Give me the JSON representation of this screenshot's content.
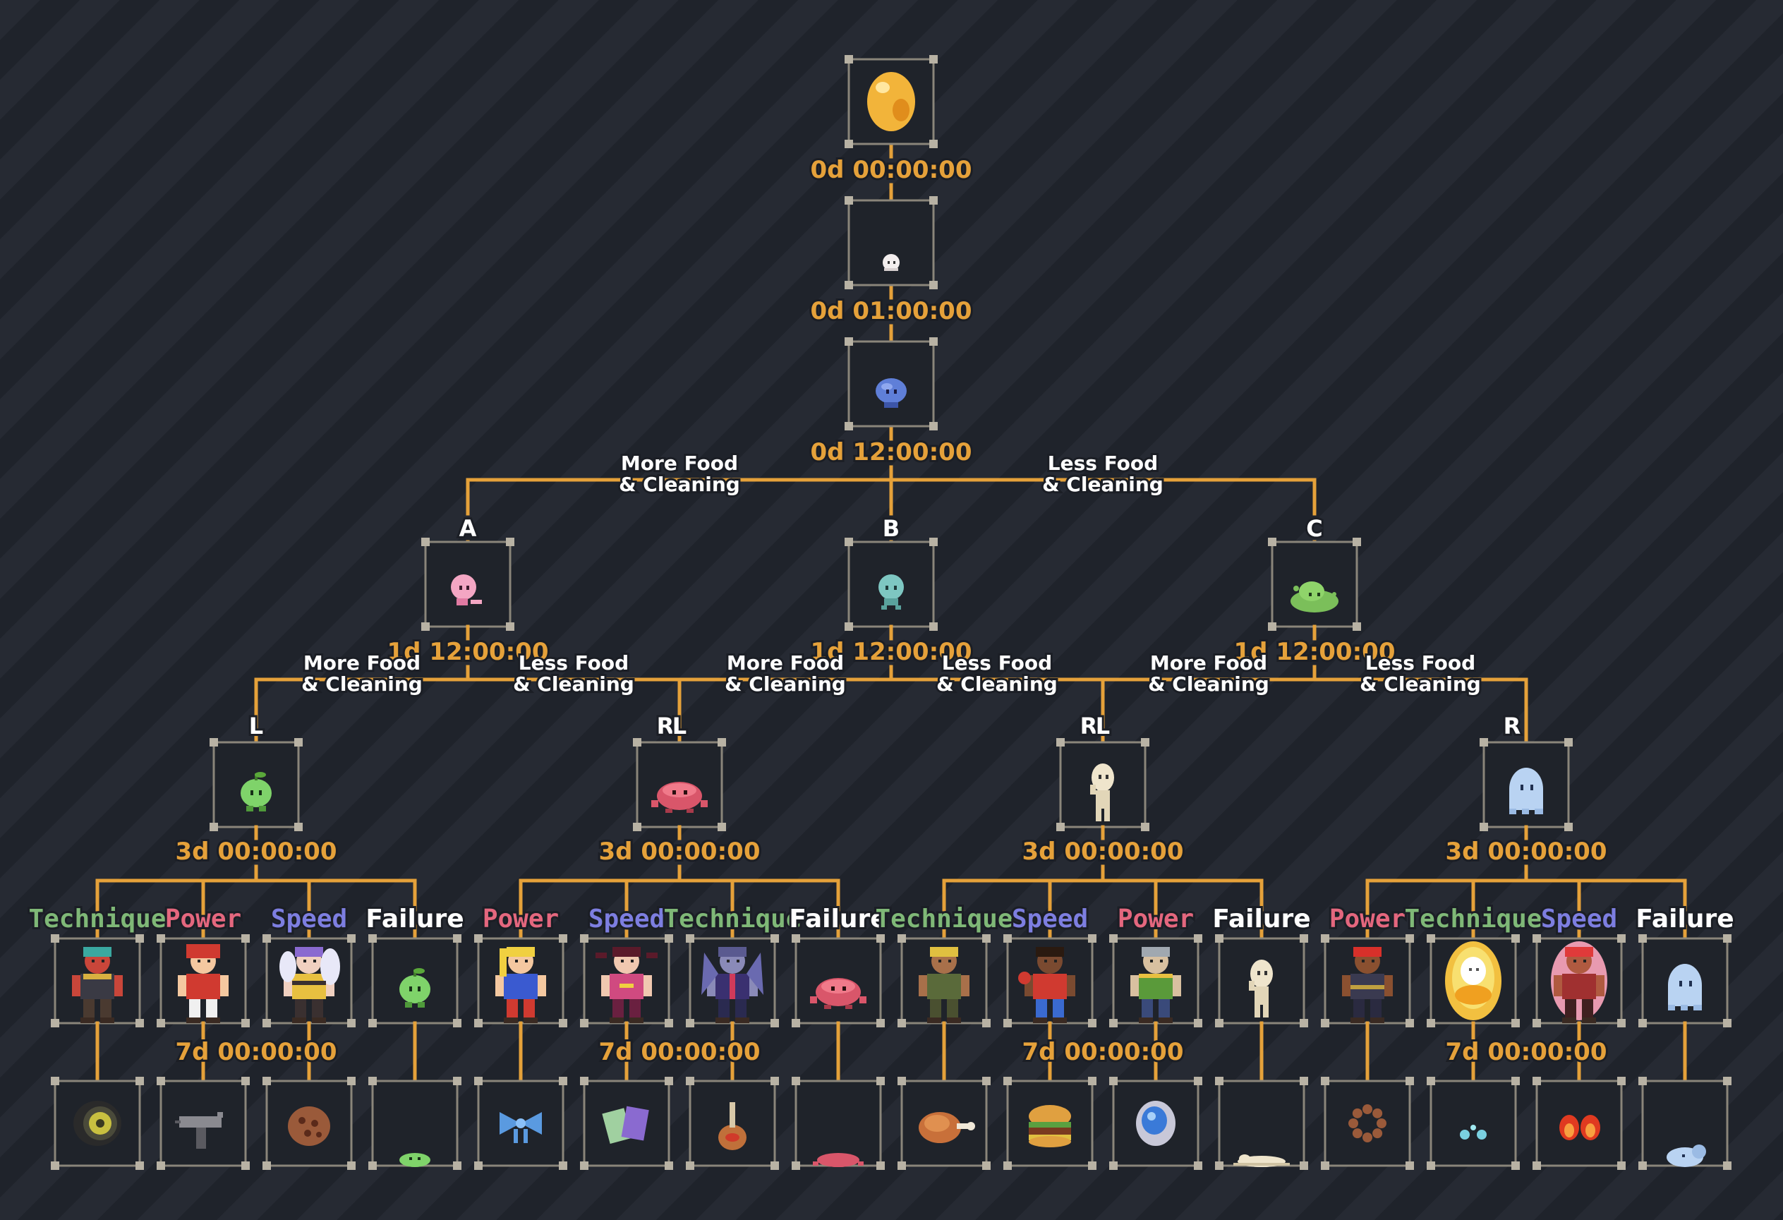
{
  "colors": {
    "connector": "#e5a13a",
    "time": "#e5a13a",
    "technique": "#7fb877",
    "power": "#e4677e",
    "speed": "#7d7ee0",
    "failure": "#ffffff",
    "background": "#232730"
  },
  "stages": [
    {
      "id": "egg",
      "icon": "egg-icon",
      "time_after": "0d 00:00:00"
    },
    {
      "id": "baby",
      "icon": "white-blob-icon",
      "time_after": "0d 01:00:00"
    },
    {
      "id": "child",
      "icon": "blue-blob-icon",
      "time_after": "0d 12:00:00"
    }
  ],
  "branches": [
    {
      "letter": "A",
      "icon": "pink-blob-icon",
      "time_after": "1d 12:00:00",
      "kids": [
        {
          "letter": "L",
          "icon": "green-sprout-icon",
          "time_after": "3d 00:00:00",
          "finals": [
            {
              "stat": "Technique",
              "icon": "red-oni-fighter-icon",
              "item": "tire-icon"
            },
            {
              "stat": "Power",
              "icon": "red-hood-girl-icon",
              "item": "uzi-gun-icon"
            },
            {
              "stat": "Speed",
              "icon": "bee-fairy-icon",
              "item": "cookie-icon"
            },
            {
              "stat": "Failure",
              "icon": "green-sprout-icon",
              "item": "green-sprout-remains-icon"
            }
          ]
        },
        {
          "letter": "R",
          "icon": "pink-crab-icon",
          "time_after": "3d 00:00:00",
          "finals": [
            {
              "stat": "Power",
              "icon": "blonde-girl-fighter-icon",
              "item": "blue-ribbon-icon"
            },
            {
              "stat": "Speed",
              "icon": "twin-tail-fighter-icon",
              "item": "cards-icon"
            },
            {
              "stat": "Technique",
              "icon": "winged-demon-icon",
              "item": "drumstick-bag-icon"
            },
            {
              "stat": "Failure",
              "icon": "pink-crab-icon",
              "item": "pink-crab-remains-icon"
            }
          ]
        }
      ]
    },
    {
      "letter": "B",
      "icon": "teal-blob-icon",
      "time_after": "1d 12:00:00",
      "kids": [
        {
          "letter": "L",
          "icon": "pink-crab-icon",
          "time_after": "3d 00:00:00",
          "finals": [
            {
              "stat": "Power",
              "icon": "blonde-girl-fighter-icon",
              "item": "blue-ribbon-icon"
            },
            {
              "stat": "Speed",
              "icon": "twin-tail-fighter-icon",
              "item": "cards-icon"
            },
            {
              "stat": "Technique",
              "icon": "winged-demon-icon",
              "item": "drumstick-bag-icon"
            },
            {
              "stat": "Failure",
              "icon": "pink-crab-icon",
              "item": "pink-crab-remains-icon"
            }
          ]
        },
        {
          "letter": "R",
          "icon": "bone-figure-icon",
          "time_after": "3d 00:00:00",
          "finals": [
            {
              "stat": "Technique",
              "icon": "soldier-fighter-icon",
              "item": "roast-meat-icon"
            },
            {
              "stat": "Speed",
              "icon": "boxer-fighter-icon",
              "item": "burger-icon"
            },
            {
              "stat": "Power",
              "icon": "grey-hair-fighter-icon",
              "item": "blue-gem-ring-icon"
            },
            {
              "stat": "Failure",
              "icon": "bone-figure-icon",
              "item": "bone-remains-icon"
            }
          ]
        }
      ]
    },
    {
      "letter": "C",
      "icon": "green-slime-icon",
      "time_after": "1d 12:00:00",
      "kids": [
        {
          "letter": "L",
          "icon": "bone-figure-icon",
          "time_after": "3d 00:00:00",
          "finals": [
            {
              "stat": "Technique",
              "icon": "soldier-fighter-icon",
              "item": "roast-meat-icon"
            },
            {
              "stat": "Speed",
              "icon": "boxer-fighter-icon",
              "item": "burger-icon"
            },
            {
              "stat": "Power",
              "icon": "grey-hair-fighter-icon",
              "item": "blue-gem-ring-icon"
            },
            {
              "stat": "Failure",
              "icon": "bone-figure-icon",
              "item": "bone-remains-icon"
            }
          ]
        },
        {
          "letter": "R",
          "icon": "pale-ghost-icon",
          "time_after": "3d 00:00:00",
          "finals": [
            {
              "stat": "Power",
              "icon": "red-hair-brawler-icon",
              "item": "bead-bracelet-icon"
            },
            {
              "stat": "Technique",
              "icon": "golden-aura-spirit-icon",
              "item": "blue-drops-icon"
            },
            {
              "stat": "Speed",
              "icon": "pink-aura-brawler-icon",
              "item": "red-flames-icon"
            },
            {
              "stat": "Failure",
              "icon": "pale-ghost-icon",
              "item": "ghost-remains-icon"
            }
          ]
        }
      ]
    }
  ],
  "branch_conditions": [
    {
      "line1": "More Food",
      "line2": "& Cleaning"
    },
    {
      "line1": "Less Food",
      "line2": "& Cleaning"
    }
  ],
  "final_time_label": "7d 00:00:00"
}
